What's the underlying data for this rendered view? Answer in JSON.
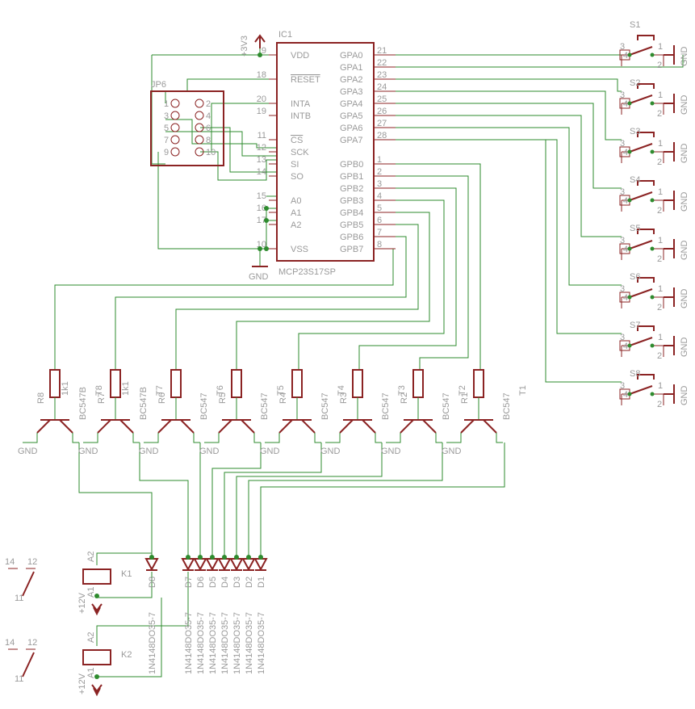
{
  "ic": {
    "name": "IC1",
    "part": "MCP23S17SP",
    "left_pins": [
      {
        "num": "9",
        "label": "VDD",
        "overline": false
      },
      {
        "num": "18",
        "label": "RESET",
        "overline": true
      },
      {
        "num": "20",
        "label": "INTA",
        "overline": false
      },
      {
        "num": "19",
        "label": "INTB",
        "overline": false
      },
      {
        "num": "11",
        "label": "CS",
        "overline": true
      },
      {
        "num": "12",
        "label": "SCK",
        "overline": false
      },
      {
        "num": "13",
        "label": "SI",
        "overline": false
      },
      {
        "num": "14",
        "label": "SO",
        "overline": false
      },
      {
        "num": "15",
        "label": "A0",
        "overline": false
      },
      {
        "num": "16",
        "label": "A1",
        "overline": false
      },
      {
        "num": "17",
        "label": "A2",
        "overline": false
      },
      {
        "num": "10",
        "label": "VSS",
        "overline": false
      }
    ],
    "right_pins": [
      {
        "num": "21",
        "label": "GPA0"
      },
      {
        "num": "22",
        "label": "GPA1"
      },
      {
        "num": "23",
        "label": "GPA2"
      },
      {
        "num": "24",
        "label": "GPA3"
      },
      {
        "num": "25",
        "label": "GPA4"
      },
      {
        "num": "26",
        "label": "GPA5"
      },
      {
        "num": "27",
        "label": "GPA6"
      },
      {
        "num": "28",
        "label": "GPA7"
      },
      {
        "num": "1",
        "label": "GPB0"
      },
      {
        "num": "2",
        "label": "GPB1"
      },
      {
        "num": "3",
        "label": "GPB2"
      },
      {
        "num": "4",
        "label": "GPB3"
      },
      {
        "num": "5",
        "label": "GPB4"
      },
      {
        "num": "6",
        "label": "GPB5"
      },
      {
        "num": "7",
        "label": "GPB6"
      },
      {
        "num": "8",
        "label": "GPB7"
      }
    ]
  },
  "supply": {
    "v33": "+3V3",
    "gnd": "GND",
    "v12": "+12V"
  },
  "header": {
    "name": "JP6",
    "pins": [
      "1",
      "2",
      "3",
      "4",
      "5",
      "6",
      "7",
      "8",
      "9",
      "10"
    ]
  },
  "switches": [
    {
      "name": "S1",
      "pins": [
        "3",
        "4",
        "1",
        "2"
      ]
    },
    {
      "name": "S2",
      "pins": [
        "3",
        "4",
        "1",
        "2"
      ]
    },
    {
      "name": "S3",
      "pins": [
        "3",
        "4",
        "1",
        "2"
      ]
    },
    {
      "name": "S4",
      "pins": [
        "3",
        "4",
        "1",
        "2"
      ]
    },
    {
      "name": "S5",
      "pins": [
        "3",
        "4",
        "1",
        "2"
      ]
    },
    {
      "name": "S6",
      "pins": [
        "3",
        "4",
        "1",
        "2"
      ]
    },
    {
      "name": "S7",
      "pins": [
        "3",
        "4",
        "1",
        "2"
      ]
    },
    {
      "name": "S8",
      "pins": [
        "3",
        "4",
        "1",
        "2"
      ]
    }
  ],
  "resistors": [
    {
      "name": "R8",
      "value": "1k1"
    },
    {
      "name": "R7",
      "value": "1k1"
    },
    {
      "name": "R6",
      "value": ""
    },
    {
      "name": "R5",
      "value": ""
    },
    {
      "name": "R4",
      "value": ""
    },
    {
      "name": "R3",
      "value": ""
    },
    {
      "name": "R2",
      "value": ""
    },
    {
      "name": "R1",
      "value": ""
    }
  ],
  "transistors": [
    {
      "part": "BC547B",
      "name": "T8"
    },
    {
      "part": "BC547B",
      "name": "T7"
    },
    {
      "part": "BC547",
      "name": "T6"
    },
    {
      "part": "BC547",
      "name": "T5"
    },
    {
      "part": "BC547",
      "name": "T4"
    },
    {
      "part": "BC547",
      "name": "T3"
    },
    {
      "part": "BC547",
      "name": "T2"
    },
    {
      "part": "BC547",
      "name": "T1"
    }
  ],
  "diodes": [
    {
      "part": "1N4148DO35-7",
      "name": "D8"
    },
    {
      "part": "1N4148DO35-7",
      "name": "D7"
    },
    {
      "part": "1N4148DO35-7",
      "name": "D6"
    },
    {
      "part": "1N4148DO35-7",
      "name": "D5"
    },
    {
      "part": "1N4148DO35-7",
      "name": "D4"
    },
    {
      "part": "1N4148DO35-7",
      "name": "D3"
    },
    {
      "part": "1N4148DO35-7",
      "name": "D2"
    },
    {
      "part": "1N4148DO35-7",
      "name": "D1"
    }
  ],
  "relays": [
    {
      "name": "K1",
      "coil_a": "A2",
      "coil_b": "A1",
      "contact_com": "11",
      "contact_no": "12",
      "contact_nc": "14"
    },
    {
      "name": "K2",
      "coil_a": "A2",
      "coil_b": "A1",
      "contact_com": "11",
      "contact_no": "12",
      "contact_nc": "14"
    }
  ]
}
